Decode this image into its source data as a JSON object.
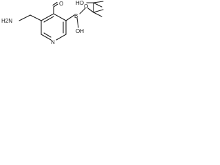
{
  "molecule": {
    "atoms": {
      "aldehyde_o": "O",
      "amine_n": "H2N",
      "ring_n": "N",
      "boron": "B",
      "boron_oh": "OH",
      "ester_o": "O",
      "pinacol_ho": "HO"
    }
  }
}
